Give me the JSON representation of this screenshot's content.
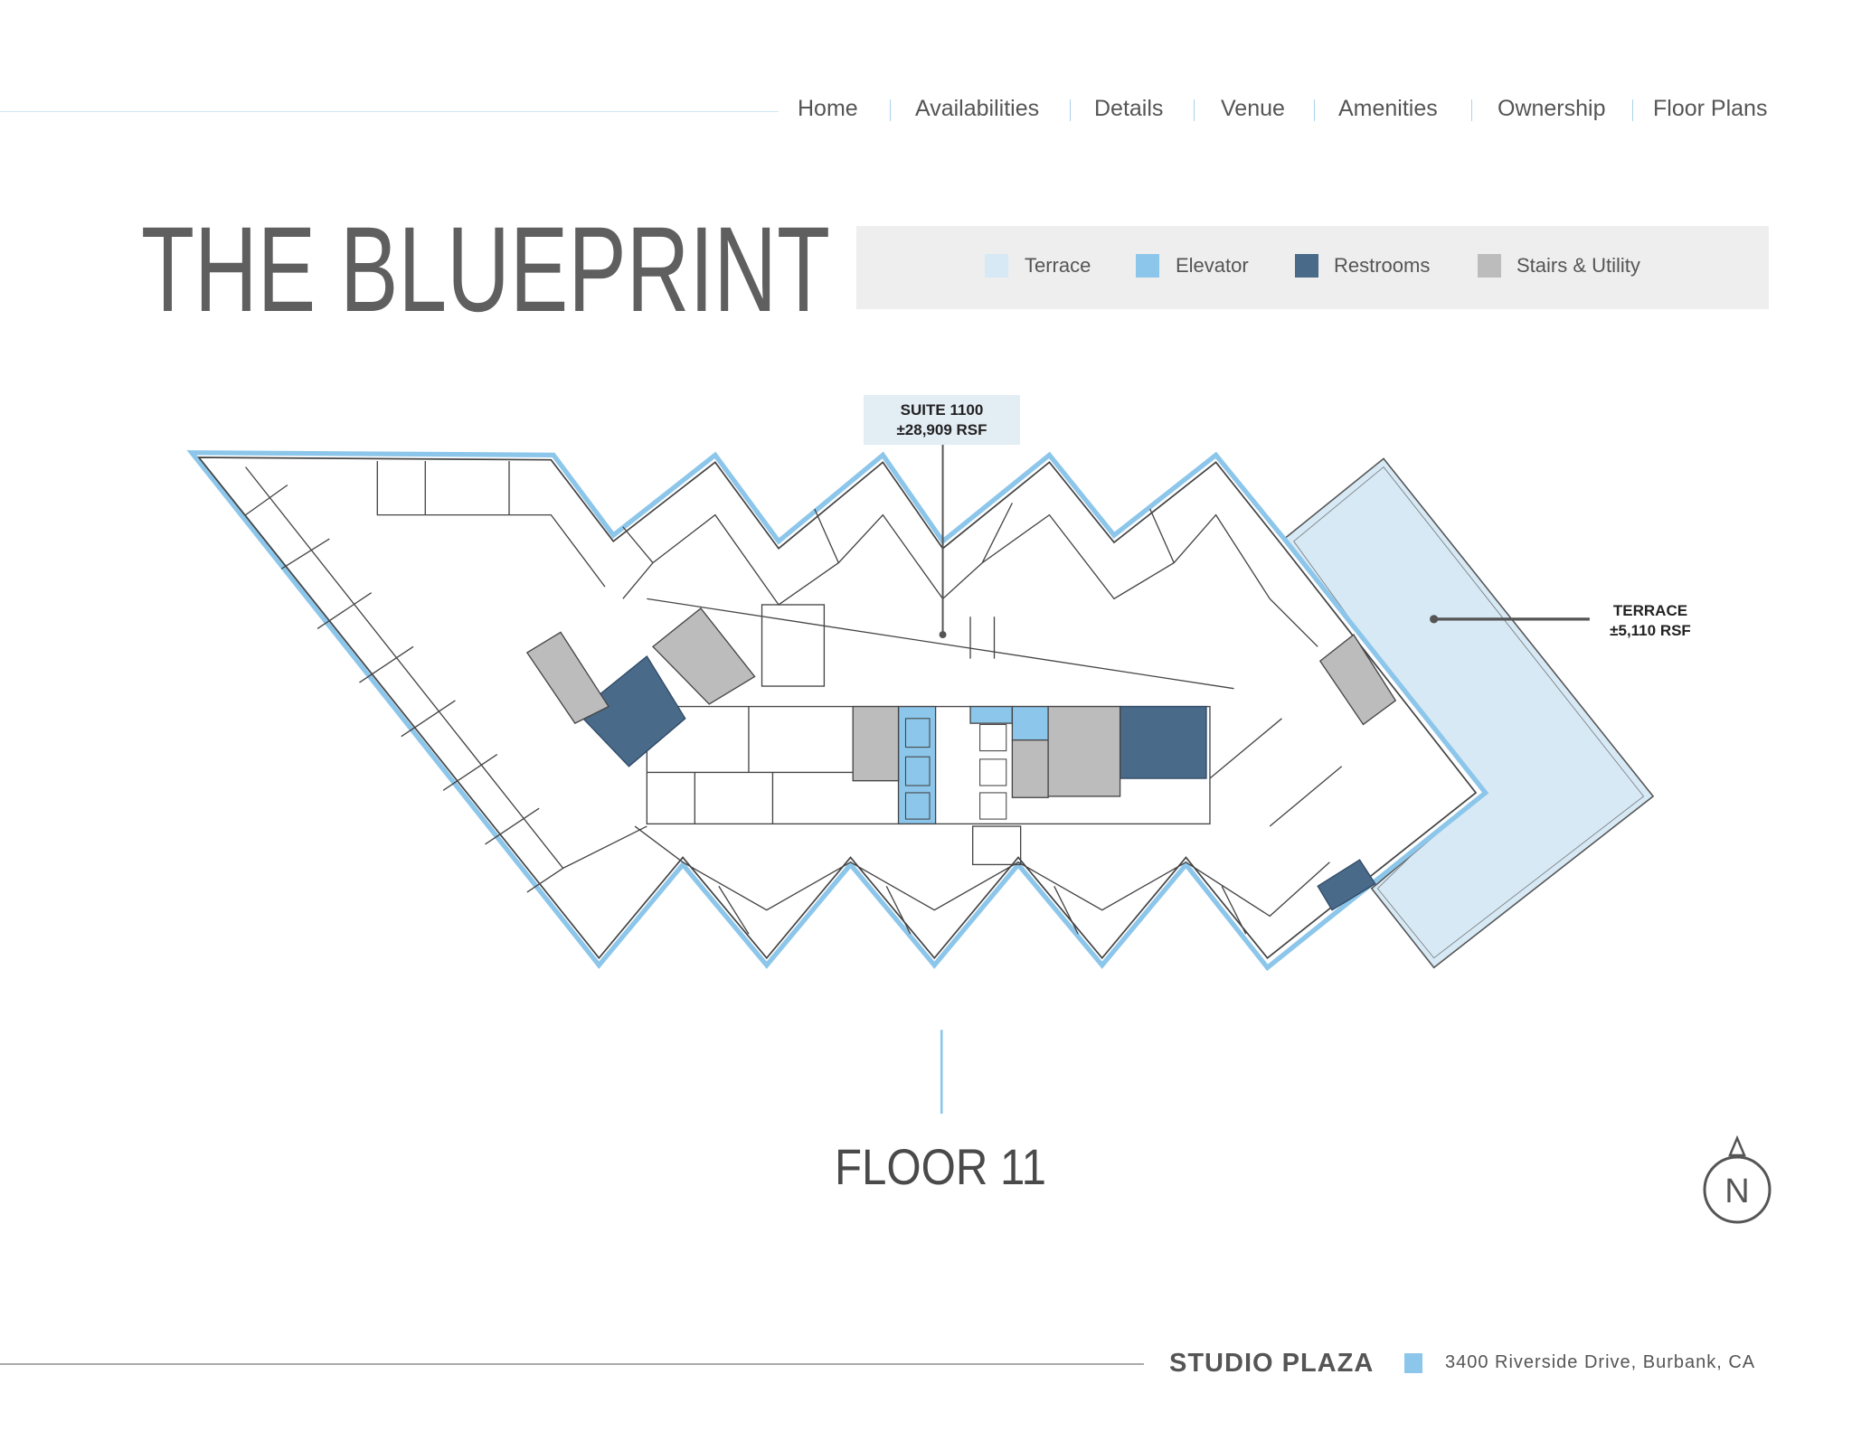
{
  "nav": {
    "items": [
      {
        "label": "Home"
      },
      {
        "label": "Availabilities"
      },
      {
        "label": "Details"
      },
      {
        "label": "Venue"
      },
      {
        "label": "Amenities"
      },
      {
        "label": "Ownership"
      },
      {
        "label": "Floor Plans"
      }
    ]
  },
  "title": "THE BLUEPRINT",
  "legend": {
    "items": [
      {
        "label": "Terrace",
        "color": "#d6e9f5"
      },
      {
        "label": "Elevator",
        "color": "#8cc6ea"
      },
      {
        "label": "Restrooms",
        "color": "#4a6a8a"
      },
      {
        "label": "Stairs & Utility",
        "color": "#bcbcbc"
      }
    ]
  },
  "suite": {
    "name": "SUITE 1100",
    "area": "±28,909 RSF"
  },
  "terrace": {
    "name": "TERRACE",
    "area": "±5,110 RSF"
  },
  "floor_label": "FLOOR 11",
  "compass": {
    "label": "N"
  },
  "footer": {
    "brand": "STUDIO PLAZA",
    "address": "3400 Riverside Drive, Burbank, CA",
    "accent": "#8cc6ea"
  }
}
